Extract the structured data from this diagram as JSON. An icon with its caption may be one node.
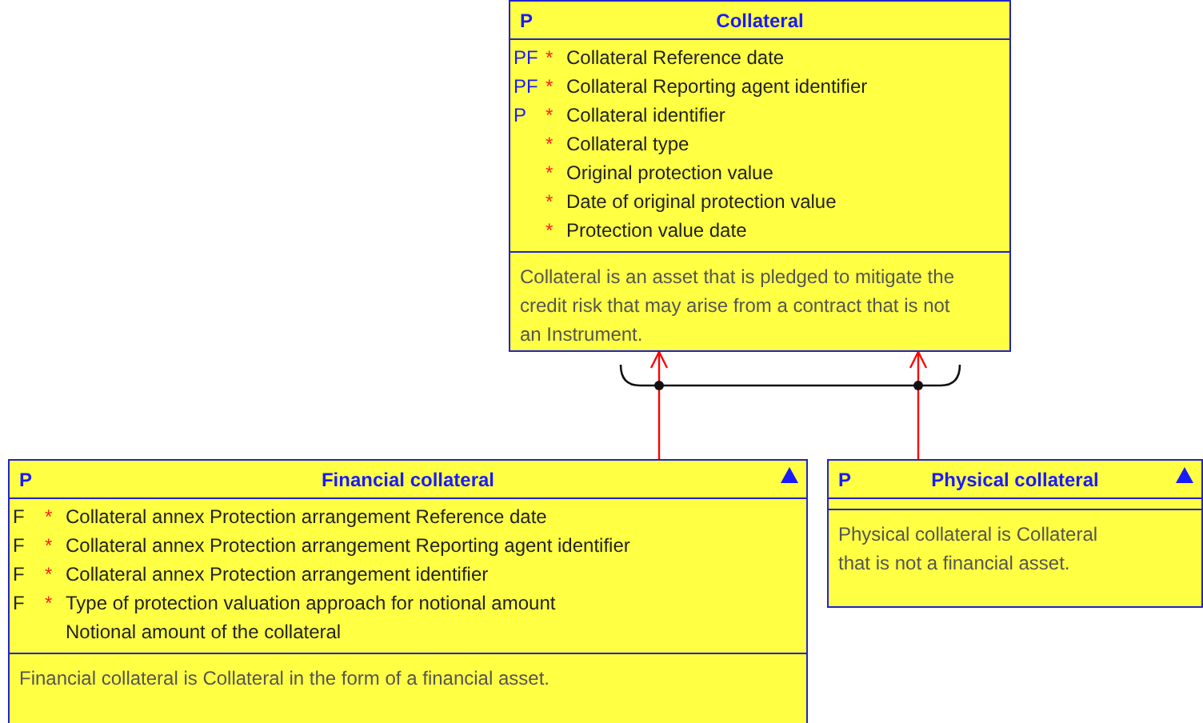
{
  "diagram": {
    "nodes": [
      {
        "text": [],
        "shape": "box"
      },
      {
        "text": [
          "P",
          "Collateral"
        ],
        "in": 0
      },
      {
        "text": [],
        "shape": "box",
        "in": 0
      },
      {
        "text": [
          "PF",
          "*",
          "Collateral Reference date"
        ],
        "in": 2
      },
      {
        "text": [
          "PF",
          "*",
          "Collateral Reporting agent identifier"
        ],
        "in": 2
      },
      {
        "text": [
          "P",
          "*",
          "Collateral identifier"
        ],
        "in": 2
      },
      {
        "text": [
          "*",
          "Collateral type"
        ],
        "in": 2
      },
      {
        "text": [
          "*",
          "Original protection value"
        ],
        "in": 2
      },
      {
        "text": [
          "*",
          "Date of original protection value"
        ],
        "in": 2
      },
      {
        "text": [
          "*",
          "Protection value date"
        ],
        "in": 2
      },
      {
        "text": [
          "Collateral is an asset that is pledged to mitigate the credit risk that may arise from a contract that is not an Instrument."
        ],
        "in": 0
      },
      {
        "text": [],
        "shape": "box"
      },
      {
        "text": [
          "P",
          "Financial collateral"
        ],
        "in": 11
      },
      {
        "text": [],
        "shape": "box",
        "in": 11
      },
      {
        "text": [
          "F",
          "*",
          "Collateral annex Protection arrangement Reference date"
        ],
        "in": 13
      },
      {
        "text": [
          "F",
          "*",
          "Collateral annex Protection arrangement Reporting agent identifier"
        ],
        "in": 13
      },
      {
        "text": [
          "F",
          "*",
          "Collateral annex Protection arrangement identifier"
        ],
        "in": 13
      },
      {
        "text": [
          "F",
          "*",
          "Type of protection valuation approach for notional amount"
        ],
        "in": 13
      },
      {
        "text": [
          "Notional amount of the collateral"
        ],
        "in": 13
      },
      {
        "text": [
          "Financial collateral is Collateral in the form of a financial asset."
        ],
        "in": 11
      },
      {
        "text": [],
        "shape": "box"
      },
      {
        "text": [
          "P",
          "Physical collateral"
        ],
        "in": 20
      },
      {
        "text": [],
        "shape": "box",
        "in": 20
      },
      {
        "text": [
          "Physical collateral is Collateral that is not a financial asset."
        ],
        "in": 20
      }
    ],
    "edges": [
      {
        "from": 11,
        "to": 0,
        "arrow": "to"
      },
      {
        "from": 20,
        "to": 0,
        "arrow": "to"
      }
    ]
  }
}
